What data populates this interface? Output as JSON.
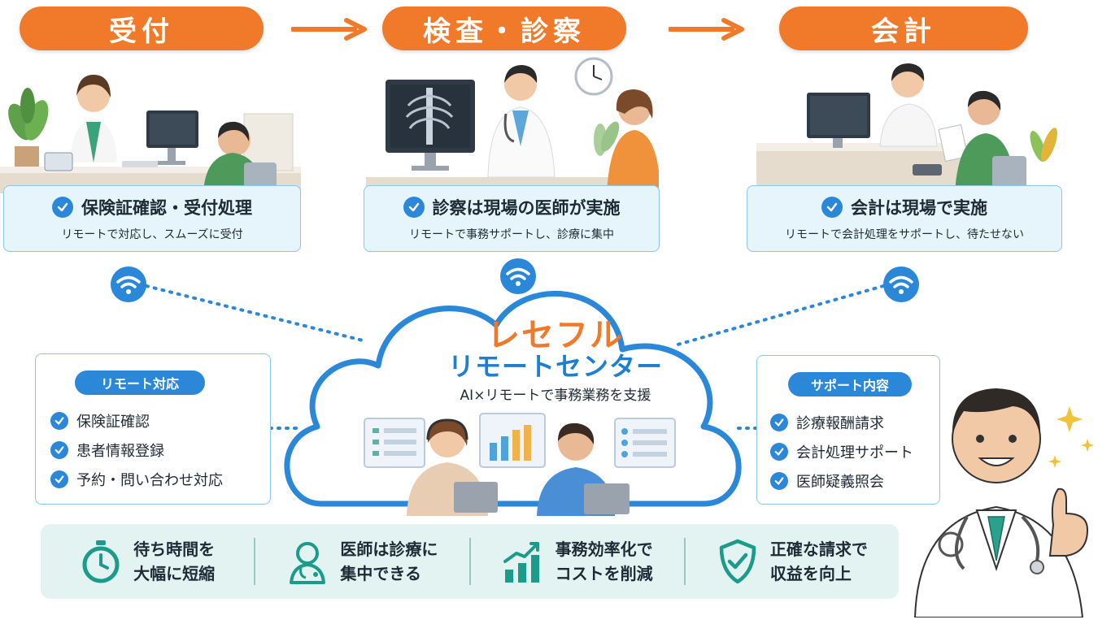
{
  "stages": [
    {
      "label": "受付"
    },
    {
      "label": "検査・診察"
    },
    {
      "label": "会計"
    }
  ],
  "steps": [
    {
      "title": "保険証確認・受付処理",
      "sub": "リモートで対応し、スムーズに受付"
    },
    {
      "title": "診察は現場の医師が実施",
      "sub": "リモートで事務サポートし、診療に集中"
    },
    {
      "title": "会計は現場で実施",
      "sub": "リモートで会計処理をサポートし、待たせない"
    }
  ],
  "center": {
    "brand": "レセフル",
    "name": "リモートセンター",
    "tagline": "AI×リモートで事務業務を支援"
  },
  "remote_box": {
    "title": "リモート対応",
    "items": [
      "保険証確認",
      "患者情報登録",
      "予約・問い合わせ対応"
    ]
  },
  "support_box": {
    "title": "サポート内容",
    "items": [
      "診療報酬請求",
      "会計処理サポート",
      "医師疑義照会"
    ]
  },
  "benefits": [
    {
      "icon": "stopwatch-icon",
      "line1": "待ち時間を",
      "line2": "大幅に短縮"
    },
    {
      "icon": "doctor-icon",
      "line1": "医師は診療に",
      "line2": "集中できる"
    },
    {
      "icon": "growth-chart-icon",
      "line1": "事務効率化で",
      "line2": "コストを削減"
    },
    {
      "icon": "shield-check-icon",
      "line1": "正確な請求で",
      "line2": "収益を向上"
    }
  ],
  "colors": {
    "orange": "#f07a2a",
    "blue": "#2b88d8",
    "light_blue": "#e6f4fb",
    "teal_bg": "#e3f3f1",
    "teal": "#1c9a8a"
  }
}
